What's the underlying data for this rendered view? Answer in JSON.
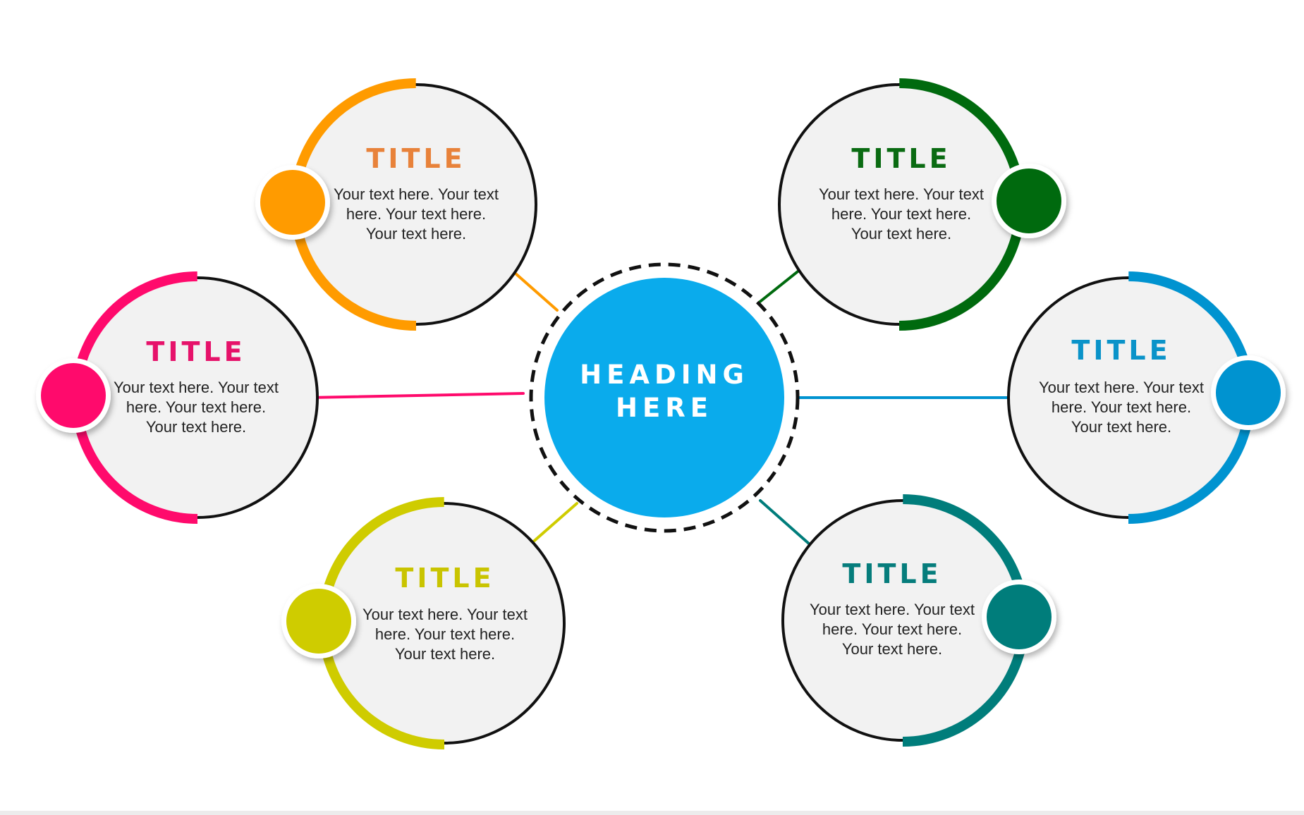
{
  "heading": {
    "line1": "HEADING",
    "line2": "HERE"
  },
  "colors": {
    "hub": "#0aabec",
    "node_fill": "#f2f2f2",
    "outline": "#111111",
    "title_color_note": "per node"
  },
  "nodes": [
    {
      "id": "top-left",
      "title": "TITLE",
      "body": "Your text here. Your text here. Your text here. Your text here.",
      "color": "#ff9b00",
      "title_color": "#e8823a"
    },
    {
      "id": "middle-left",
      "title": "TITLE",
      "body": "Your text here. Your text here. Your text here. Your text here.",
      "color": "#ff0a6c",
      "title_color": "#e6126a"
    },
    {
      "id": "bottom-left",
      "title": "TITLE",
      "body": "Your text here. Your text here. Your text here. Your text here.",
      "color": "#cfcc00",
      "title_color": "#c9c400"
    },
    {
      "id": "top-right",
      "title": "TITLE",
      "body": "Your text here. Your text here. Your text here. Your text here.",
      "color": "#006a0e",
      "title_color": "#0a6b12"
    },
    {
      "id": "middle-right",
      "title": "TITLE",
      "body": "Your text here. Your text here. Your text here. Your text here.",
      "color": "#0093d0",
      "title_color": "#0a93c9"
    },
    {
      "id": "bottom-right",
      "title": "TITLE",
      "body": "Your text here. Your text here. Your text here. Your text here.",
      "color": "#007d7b",
      "title_color": "#067d7c"
    }
  ]
}
